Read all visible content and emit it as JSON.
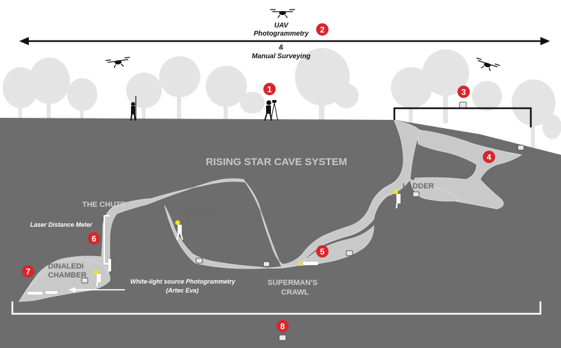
{
  "labels": {
    "uav_line1": "UAV",
    "uav_line2": "Photogrammetry",
    "ampersand": "&",
    "manual": "Manual Surveying",
    "system_title": "RISING STAR CAVE SYSTEM",
    "ladder": "LADDER",
    "the_chute": "THE CHUTE",
    "dragons_back_1": "DRAGON'S",
    "dragons_back_2": "BACK",
    "supermans_1": "SUPERMAN'S",
    "supermans_2": "CRAWL",
    "dinaledi_1": "DINALEDI",
    "dinaledi_2": "CHAMBER",
    "laser": "Laser Distance Meter",
    "white_light_1": "White-light source Photogrammetry",
    "white_light_2": "(Artec Eva)"
  },
  "badges": [
    "1",
    "2",
    "3",
    "4",
    "5",
    "6",
    "7",
    "8"
  ],
  "colors": {
    "rock": "#6d6d6d",
    "passage": "#c9c9c9",
    "trees": "#e3e3e3",
    "badge": "#d7262c",
    "bracket_dark": "#111111",
    "bracket_light": "#ffffff",
    "lamp": "#f2e21c"
  },
  "icons": [
    "drone-icon",
    "surveyor-icon",
    "scanner-icon",
    "caver-icon"
  ]
}
